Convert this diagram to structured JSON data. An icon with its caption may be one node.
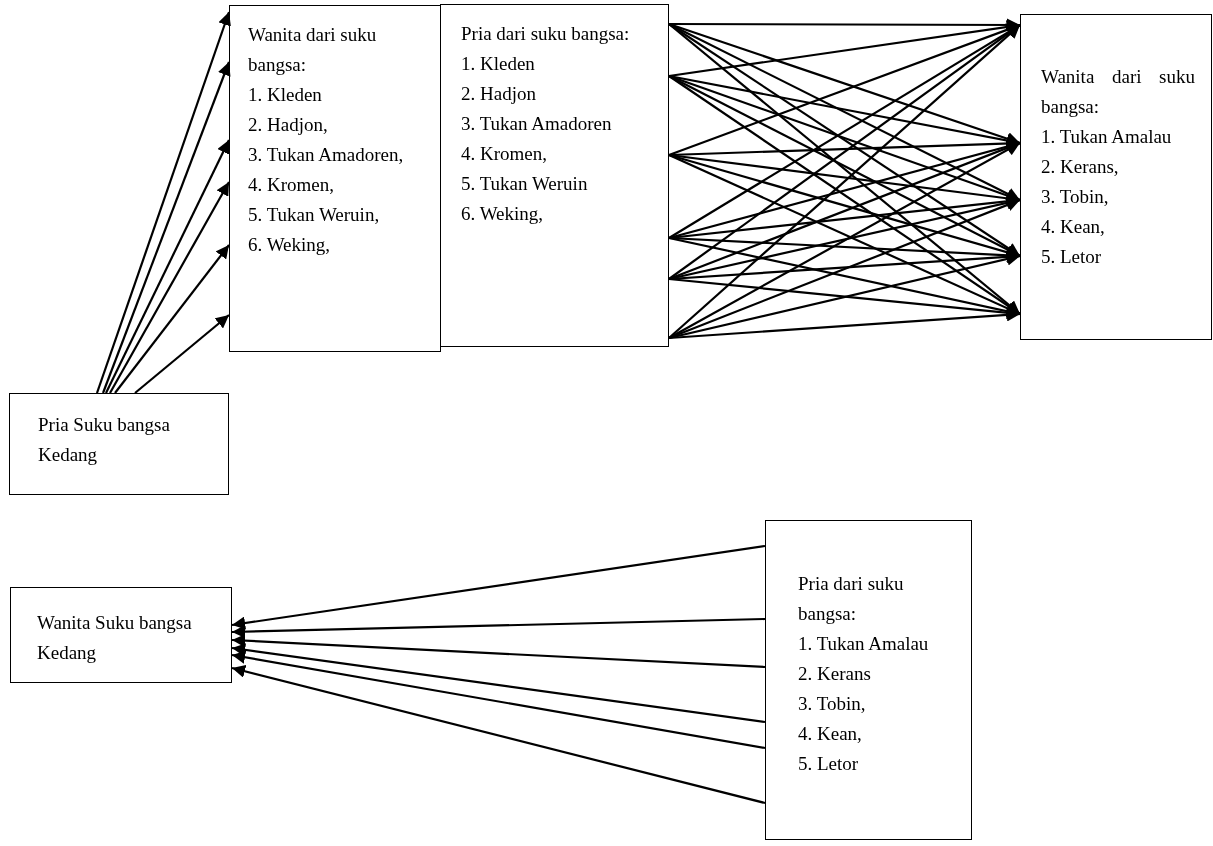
{
  "diagram": {
    "nodes": [
      {
        "text": [
          "Pria Suku bangsa Kedang"
        ]
      },
      {
        "text": [
          "Wanita dari suku bangsa:",
          "1. Kleden",
          "2. Hadjon,",
          "3. Tukan Amadoren,",
          "4. Kromen,",
          "5. Tukan Weruin,",
          "6. Weking,"
        ]
      },
      {
        "text": [
          "Pria dari suku bangsa:",
          "1. Kleden",
          "2. Hadjon",
          "3. Tukan Amadoren",
          "4. Kromen,",
          "5. Tukan Weruin",
          "6. Weking,"
        ]
      },
      {
        "text": [
          "Wanita dari suku bangsa:",
          "1. Tukan Amalau",
          "2. Kerans,",
          "3. Tobin,",
          "4. Kean,",
          "5. Letor"
        ]
      },
      {
        "text": [
          "Wanita Suku bangsa Kedang"
        ]
      },
      {
        "text": [
          "Pria dari suku bangsa:",
          "1. Tukan Amalau",
          "2. Kerans",
          "3. Tobin,",
          "4. Kean,",
          "5. Letor"
        ]
      }
    ],
    "edges": [
      {
        "from": 0,
        "to": 1,
        "arrow": "to"
      },
      {
        "from": 0,
        "to": 1,
        "arrow": "to"
      },
      {
        "from": 0,
        "to": 1,
        "arrow": "to"
      },
      {
        "from": 0,
        "to": 1,
        "arrow": "to"
      },
      {
        "from": 0,
        "to": 1,
        "arrow": "to"
      },
      {
        "from": 0,
        "to": 1,
        "arrow": "to"
      },
      {
        "from": 2,
        "to": 3,
        "arrow": "to"
      },
      {
        "from": 2,
        "to": 3,
        "arrow": "to"
      },
      {
        "from": 2,
        "to": 3,
        "arrow": "to"
      },
      {
        "from": 2,
        "to": 3,
        "arrow": "to"
      },
      {
        "from": 2,
        "to": 3,
        "arrow": "to"
      },
      {
        "from": 2,
        "to": 3,
        "arrow": "to"
      },
      {
        "from": 2,
        "to": 3,
        "arrow": "to"
      },
      {
        "from": 2,
        "to": 3,
        "arrow": "to"
      },
      {
        "from": 2,
        "to": 3,
        "arrow": "to"
      },
      {
        "from": 2,
        "to": 3,
        "arrow": "to"
      },
      {
        "from": 2,
        "to": 3,
        "arrow": "to"
      },
      {
        "from": 2,
        "to": 3,
        "arrow": "to"
      },
      {
        "from": 2,
        "to": 3,
        "arrow": "to"
      },
      {
        "from": 2,
        "to": 3,
        "arrow": "to"
      },
      {
        "from": 2,
        "to": 3,
        "arrow": "to"
      },
      {
        "from": 2,
        "to": 3,
        "arrow": "to"
      },
      {
        "from": 2,
        "to": 3,
        "arrow": "to"
      },
      {
        "from": 2,
        "to": 3,
        "arrow": "to"
      },
      {
        "from": 2,
        "to": 3,
        "arrow": "to"
      },
      {
        "from": 2,
        "to": 3,
        "arrow": "to"
      },
      {
        "from": 2,
        "to": 3,
        "arrow": "to"
      },
      {
        "from": 2,
        "to": 3,
        "arrow": "to"
      },
      {
        "from": 2,
        "to": 3,
        "arrow": "to"
      },
      {
        "from": 2,
        "to": 3,
        "arrow": "to"
      },
      {
        "from": 2,
        "to": 3,
        "arrow": "to"
      },
      {
        "from": 2,
        "to": 3,
        "arrow": "to"
      },
      {
        "from": 2,
        "to": 3,
        "arrow": "to"
      },
      {
        "from": 2,
        "to": 3,
        "arrow": "to"
      },
      {
        "from": 2,
        "to": 3,
        "arrow": "to"
      },
      {
        "from": 2,
        "to": 3,
        "arrow": "to"
      },
      {
        "from": 5,
        "to": 4,
        "arrow": "to"
      },
      {
        "from": 5,
        "to": 4,
        "arrow": "to"
      },
      {
        "from": 5,
        "to": 4,
        "arrow": "to"
      },
      {
        "from": 5,
        "to": 4,
        "arrow": "to"
      },
      {
        "from": 5,
        "to": 4,
        "arrow": "to"
      },
      {
        "from": 5,
        "to": 4,
        "arrow": "to"
      }
    ]
  }
}
